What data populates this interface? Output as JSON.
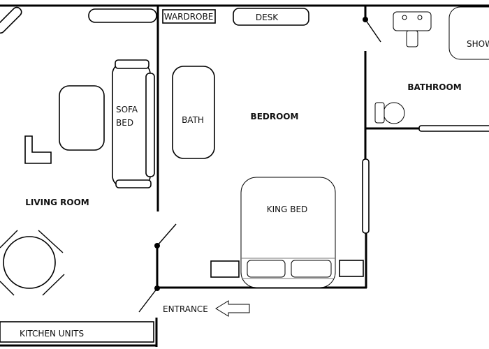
{
  "rooms": {
    "living_room": "LIVING ROOM",
    "bedroom": "BEDROOM",
    "bathroom": "BATHROOM"
  },
  "furniture": {
    "wardrobe": "WARDROBE",
    "desk": "DESK",
    "sofa_bed_line1": "SOFA",
    "sofa_bed_line2": "BED",
    "bath": "BATH",
    "king_bed": "KING BED",
    "shower": "SHOW",
    "kitchen_units": "KITCHEN UNITS"
  },
  "entrance": "ENTRANCE"
}
